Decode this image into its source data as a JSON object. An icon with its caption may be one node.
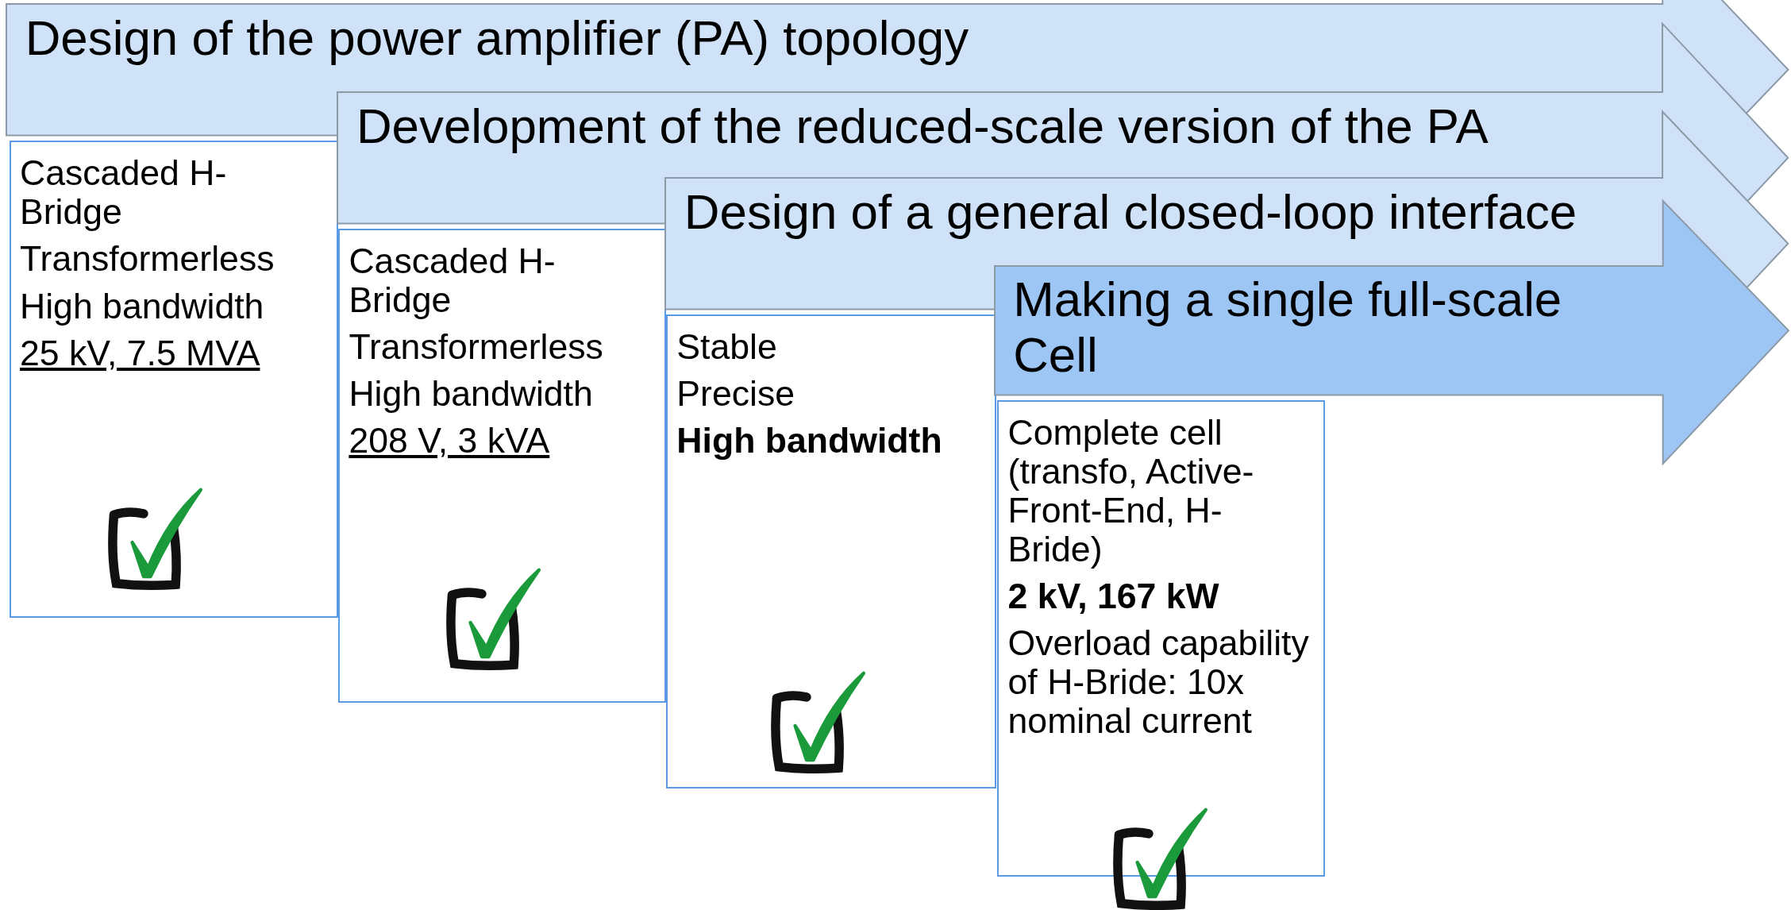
{
  "diagram": {
    "nodes": [
      {
        "text": [
          "Design of the power amplifier (PA) topology"
        ]
      },
      {
        "text": [
          "Cascaded H-Bridge",
          "Transformerless",
          "High bandwidth",
          "25 kV, 7.5 MVA"
        ]
      },
      {
        "text": [
          "Development of the reduced-scale version of the PA"
        ]
      },
      {
        "text": [
          "Cascaded H-Bridge",
          "Transformerless",
          "High bandwidth",
          "208 V, 3 kVA"
        ]
      },
      {
        "text": [
          "Design of a general closed-loop interface"
        ]
      },
      {
        "text": [
          "Stable",
          "Precise",
          "High bandwidth"
        ]
      },
      {
        "text": [
          "Making a single full-scale Cell"
        ]
      },
      {
        "text": [
          "Complete cell (transfo, Active-Front-End, H-Bride)",
          "2 kV, 167 kW",
          "Overload capability of H-Bride: 10x nominal current"
        ]
      }
    ]
  }
}
